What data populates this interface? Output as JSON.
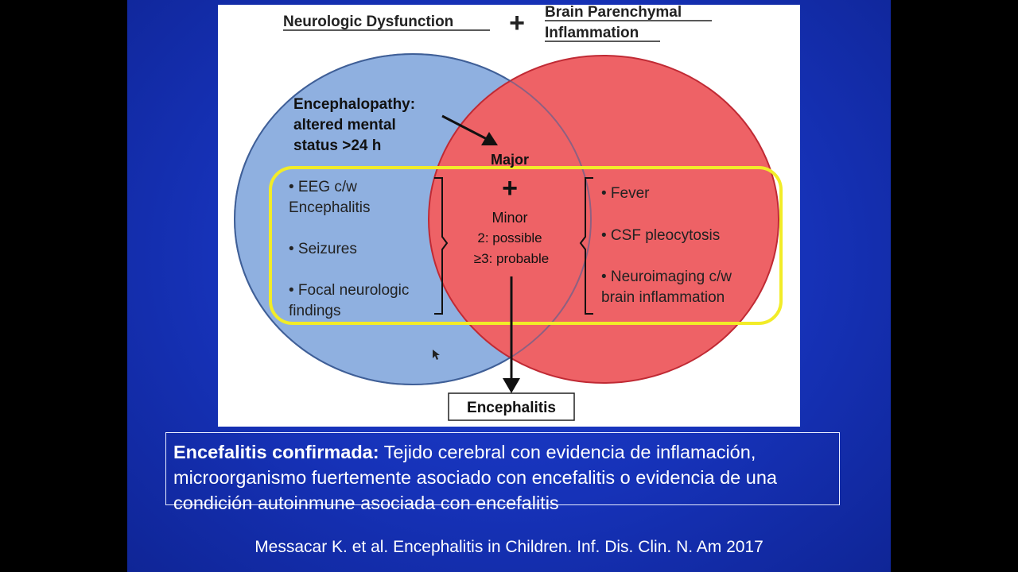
{
  "diagram": {
    "heading_left": "Neurologic Dysfunction",
    "heading_plus": "+",
    "heading_right_line1": "Brain Parenchymal",
    "heading_right_line2": "Inflammation",
    "encephalopathy_line1": "Encephalopathy:",
    "encephalopathy_line2": "altered mental",
    "encephalopathy_line3": "status >24 h",
    "major_label": "Major",
    "center_plus": "+",
    "minor_label": "Minor",
    "possible_label": "2: possible",
    "probable_label": "≥3: probable",
    "left_items": [
      {
        "line1": "• EEG c/w",
        "line2": "Encephalitis"
      },
      {
        "line1": "• Seizures",
        "line2": ""
      },
      {
        "line1": "• Focal neurologic",
        "line2": "findings"
      }
    ],
    "right_items": [
      {
        "line1": "• Fever",
        "line2": ""
      },
      {
        "line1": "• CSF pleocytosis",
        "line2": ""
      },
      {
        "line1": "• Neuroimaging c/w",
        "line2": "brain inflammation"
      }
    ],
    "result_label": "Encephalitis",
    "colors": {
      "left_circle": "#8fb0e0",
      "right_circle": "#ee6266",
      "overlap": "#e03a48",
      "highlight_border": "#f2ec28"
    }
  },
  "caption": {
    "bold": "Encefalitis confirmada:",
    "text": " Tejido cerebral con evidencia de inflamación, microorganismo fuertemente asociado con encefalitis o evidencia de una condición autoinmune asociada con encefalitis"
  },
  "citation": "Messacar K. et al. Encephalitis in Children. Inf. Dis. Clin. N. Am 2017"
}
